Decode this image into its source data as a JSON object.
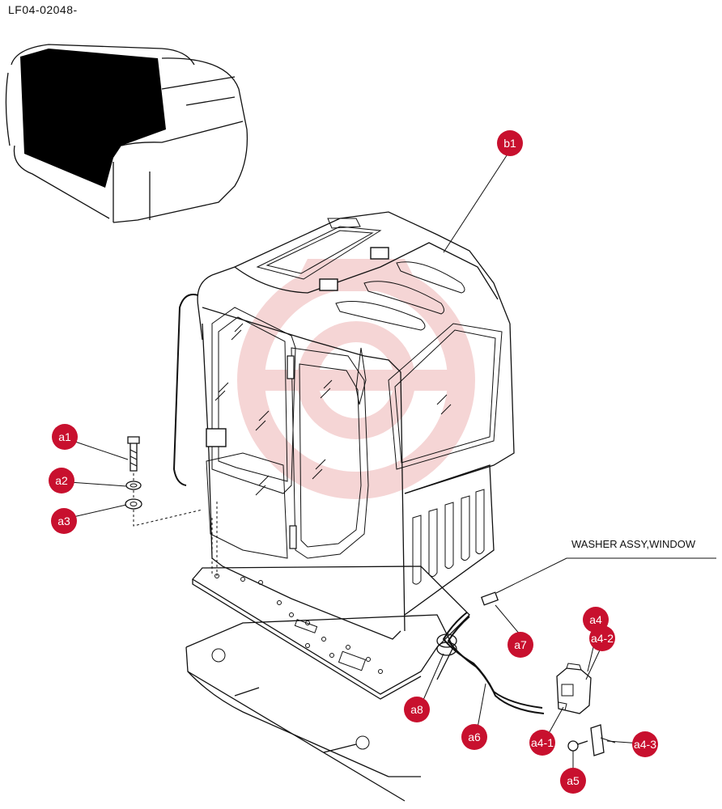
{
  "drawing_code": "LF04-02048-",
  "callout_label": "WASHER ASSY,WINDOW",
  "colors": {
    "badge": "#c8102e",
    "line": "#111111",
    "watermark": "#e9a3a3",
    "panel": "#000000"
  },
  "parts": [
    {
      "id": "b1",
      "label": "b1"
    },
    {
      "id": "a1",
      "label": "a1"
    },
    {
      "id": "a2",
      "label": "a2"
    },
    {
      "id": "a3",
      "label": "a3"
    },
    {
      "id": "a4",
      "label": "a4"
    },
    {
      "id": "a4-2",
      "label": "a4-2"
    },
    {
      "id": "a4-1",
      "label": "a4-1"
    },
    {
      "id": "a4-3",
      "label": "a4-3"
    },
    {
      "id": "a5",
      "label": "a5"
    },
    {
      "id": "a6",
      "label": "a6"
    },
    {
      "id": "a7",
      "label": "a7"
    },
    {
      "id": "a8",
      "label": "a8"
    }
  ]
}
